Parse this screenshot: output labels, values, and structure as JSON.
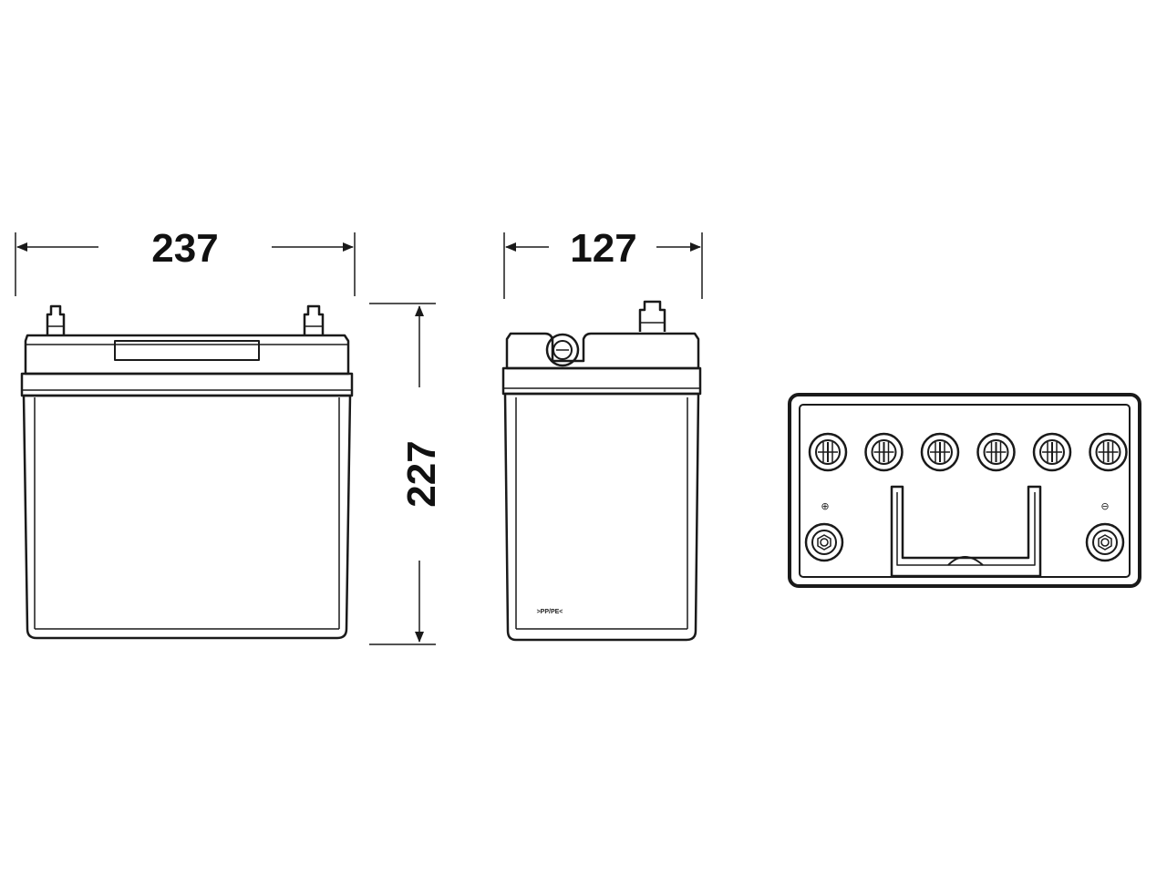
{
  "dimensions": {
    "length": "237",
    "width": "127",
    "height": "227"
  },
  "top_view": {
    "positive_symbol": "⊕",
    "negative_symbol": "⊖",
    "cell_cap_count": 6
  },
  "side_label": ">PP/PE<",
  "colors": {
    "line": "#1a1a1a",
    "fill": "#ffffff"
  }
}
